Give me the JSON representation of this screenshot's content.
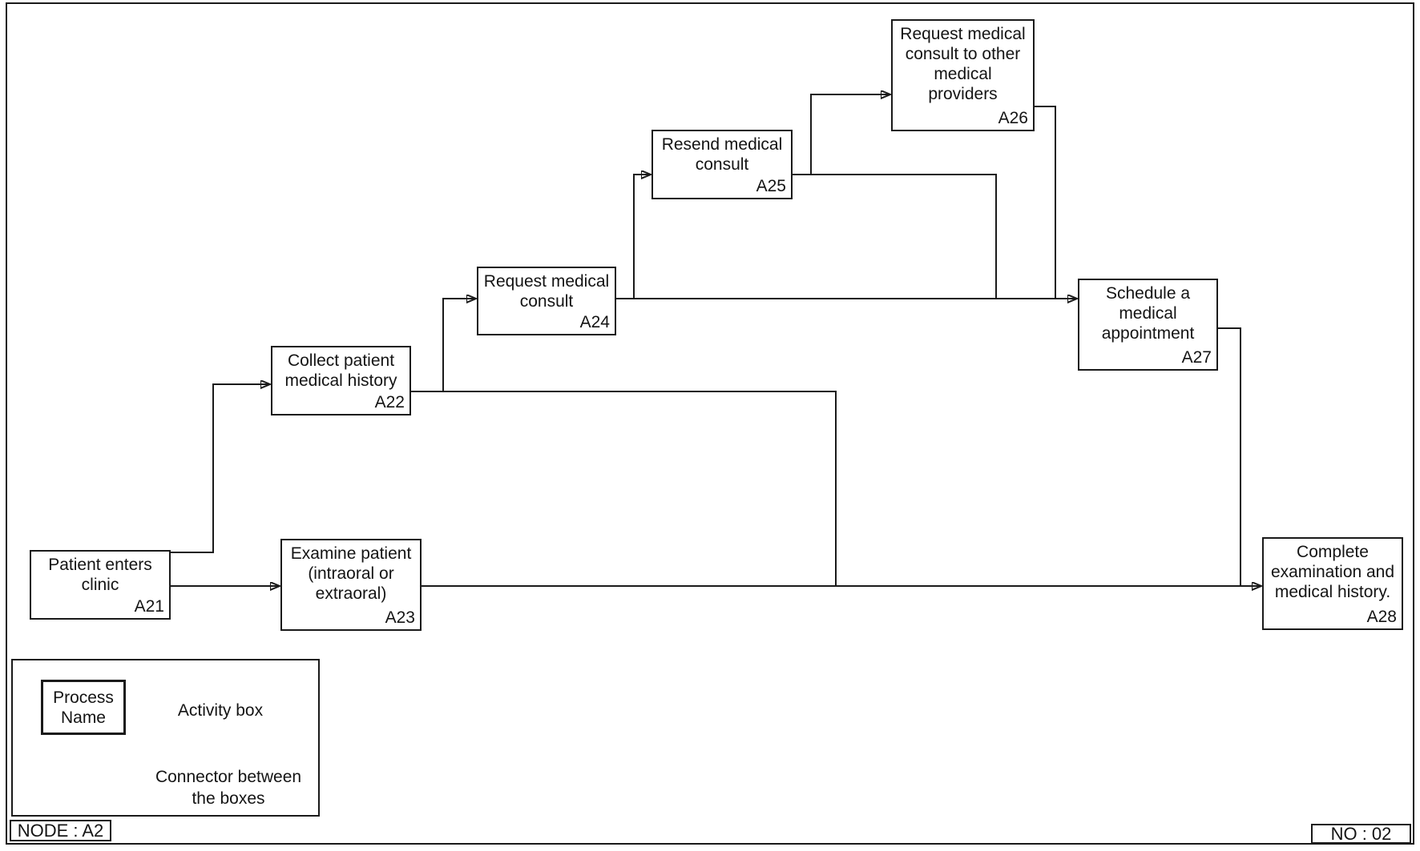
{
  "nodes": {
    "a21": {
      "label": "Patient enters\nclinic",
      "id": "A21"
    },
    "a22": {
      "label": "Collect patient\nmedical history",
      "id": "A22"
    },
    "a23": {
      "label": "Examine patient\n(intraoral or\nextraoral)",
      "id": "A23"
    },
    "a24": {
      "label": "Request medical\nconsult",
      "id": "A24"
    },
    "a25": {
      "label": "Resend medical\nconsult",
      "id": "A25"
    },
    "a26": {
      "label": "Request medical\nconsult to other\nmedical\nproviders",
      "id": "A26"
    },
    "a27": {
      "label": "Schedule a\nmedical\nappointment",
      "id": "A27"
    },
    "a28": {
      "label": "Complete\nexamination and\nmedical history.",
      "id": "A28"
    }
  },
  "legend": {
    "sample_box_label": "Process\nName",
    "activity_box_label": "Activity box",
    "connector_label": "Connector between\nthe boxes"
  },
  "footer": {
    "node_label": "NODE : A2",
    "number_label": "NO : 02"
  },
  "colors": {
    "line": "#1a1a1a",
    "background": "#ffffff",
    "text": "#141414"
  }
}
